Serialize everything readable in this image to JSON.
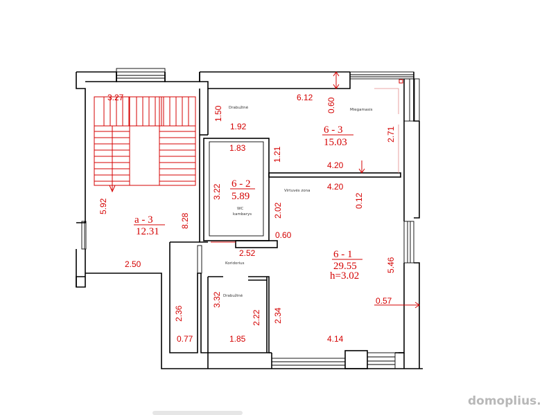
{
  "dimensions": [
    {
      "id": "d327",
      "text": "3.27"
    },
    {
      "id": "d612",
      "text": "6.12"
    },
    {
      "id": "d060a",
      "text": "0.60"
    },
    {
      "id": "d150",
      "text": "1.50"
    },
    {
      "id": "d192",
      "text": "1.92"
    },
    {
      "id": "d271",
      "text": "2.71"
    },
    {
      "id": "d183",
      "text": "1.83"
    },
    {
      "id": "d121",
      "text": "1.21"
    },
    {
      "id": "d420a",
      "text": "4.20"
    },
    {
      "id": "d420b",
      "text": "4.20"
    },
    {
      "id": "d012",
      "text": "0.12"
    },
    {
      "id": "d322",
      "text": "3.22"
    },
    {
      "id": "d202",
      "text": "2.02"
    },
    {
      "id": "d592",
      "text": "5.92"
    },
    {
      "id": "d828",
      "text": "8.28"
    },
    {
      "id": "d060b",
      "text": "0.60"
    },
    {
      "id": "d252",
      "text": "2.52"
    },
    {
      "id": "d250",
      "text": "2.50"
    },
    {
      "id": "d546",
      "text": "5.46"
    },
    {
      "id": "d057",
      "text": "0.57"
    },
    {
      "id": "d236",
      "text": "2.36"
    },
    {
      "id": "d332",
      "text": "3.32"
    },
    {
      "id": "d222",
      "text": "2.22"
    },
    {
      "id": "d234",
      "text": "2.34"
    },
    {
      "id": "d077",
      "text": "0.77"
    },
    {
      "id": "d185",
      "text": "1.85"
    },
    {
      "id": "d414",
      "text": "4.14"
    }
  ],
  "rooms": [
    {
      "id": "a3",
      "code": "a - 3",
      "area": "12.31"
    },
    {
      "id": "r63",
      "code": "6 - 3",
      "area": "15.03"
    },
    {
      "id": "r62",
      "code": "6 - 2",
      "area": "5.89"
    },
    {
      "id": "r61",
      "code": "6 - 1",
      "area": "29.55",
      "height": "h=3.02"
    }
  ],
  "labels": {
    "drabuzine_top": "Drabužinė",
    "miegamasis": "Miegamasis",
    "virtuves_zona": "Virtuvės zona",
    "wc_1": "WC",
    "wc_2": "kambarys",
    "koridorius": "Koridorius",
    "drabuzine_bottom": "Drabužinė"
  },
  "watermark": "domoplius.lt",
  "colors": {
    "dimension": "#d40000",
    "wall": "#000000",
    "watermark": "#b8b8b8"
  }
}
